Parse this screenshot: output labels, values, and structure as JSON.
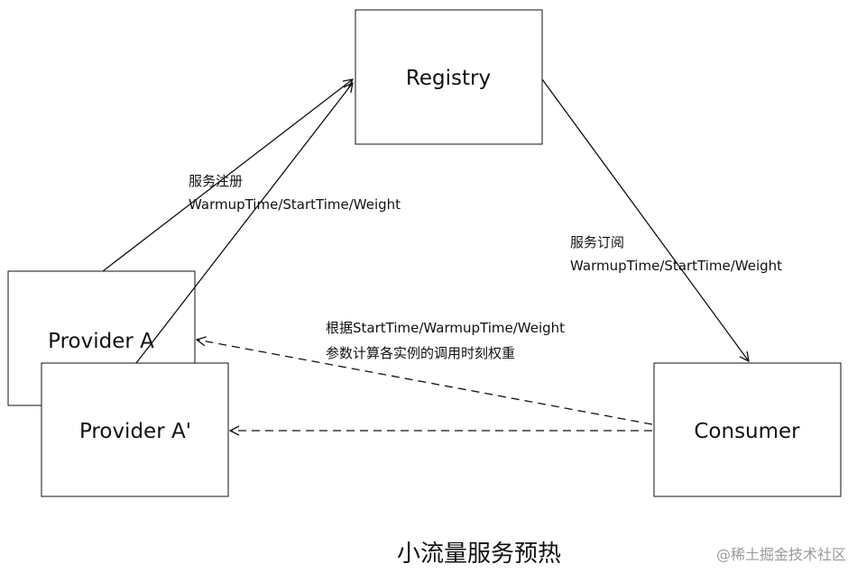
{
  "nodes": {
    "registry": "Registry",
    "provider_a": "Provider A",
    "provider_a_prime": "Provider A'",
    "consumer": "Consumer"
  },
  "edges": {
    "register": {
      "line1": "服务注册",
      "line2": "WarmupTime/StartTime/Weight"
    },
    "subscribe": {
      "line1": "服务订阅",
      "line2": "WarmupTime/StartTime/Weight"
    },
    "weight_calc": {
      "line1": "根据StartTime/WarmupTime/Weight",
      "line2": "参数计算各实例的调用时刻权重"
    }
  },
  "caption": "小流量服务预热",
  "watermark": "@稀土掘金技术社区"
}
